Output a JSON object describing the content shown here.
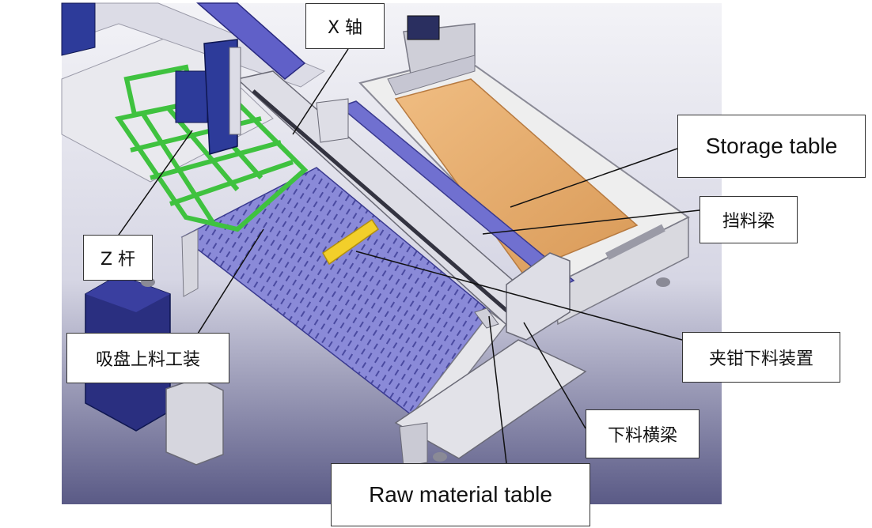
{
  "labels": {
    "x_axis": "X 轴",
    "z_rod": "Z 杆",
    "suction_fixture": "吸盘上料工装",
    "storage_table": "Storage table",
    "stop_beam": "挡料梁",
    "gripper_unload": "夹钳下料装置",
    "unload_crossbeam": "下料横梁",
    "raw_material_table": "Raw material table"
  },
  "colors": {
    "frame": "#e6e6ea",
    "suction_table": "#8686d8",
    "gripper_grid": "#3fc23f",
    "wood_table": "#e3a766",
    "stop_beam": "#6f6fd0",
    "column": "#2d3b9a",
    "yellow_bar": "#f2cf2a",
    "cabinet": "#2a2f80"
  }
}
